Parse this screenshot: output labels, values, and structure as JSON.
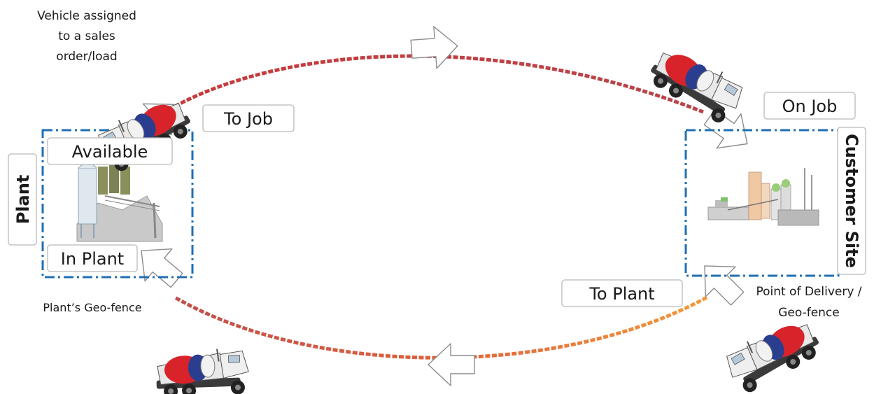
{
  "labels": {
    "vehicle_assigned": [
      "Vehicle assigned",
      "to a sales",
      "order/load"
    ],
    "to_job": "To Job",
    "on_job": "On Job",
    "available": "Available",
    "plant": "Plant",
    "in_plant": "In Plant",
    "plants_geofence": "Plant’s Geo-fence",
    "customer_site": "Customer Site",
    "to_plant": "To Plant",
    "point_of_delivery": [
      "Point of Delivery /",
      "Geo-fence"
    ]
  },
  "icons": {
    "truck": "concrete-mixer-truck-icon",
    "plant": "batch-plant-icon",
    "site": "customer-site-building-icon"
  },
  "colors": {
    "geofence_border": "#1f6fb5",
    "path_top_start": "#c83a3a",
    "path_top_end": "#c0504d",
    "path_bottom_start": "#f39a3c",
    "path_bottom_end": "#c0504d",
    "drum_red": "#d8232a",
    "drum_blue": "#2a3d8f"
  }
}
